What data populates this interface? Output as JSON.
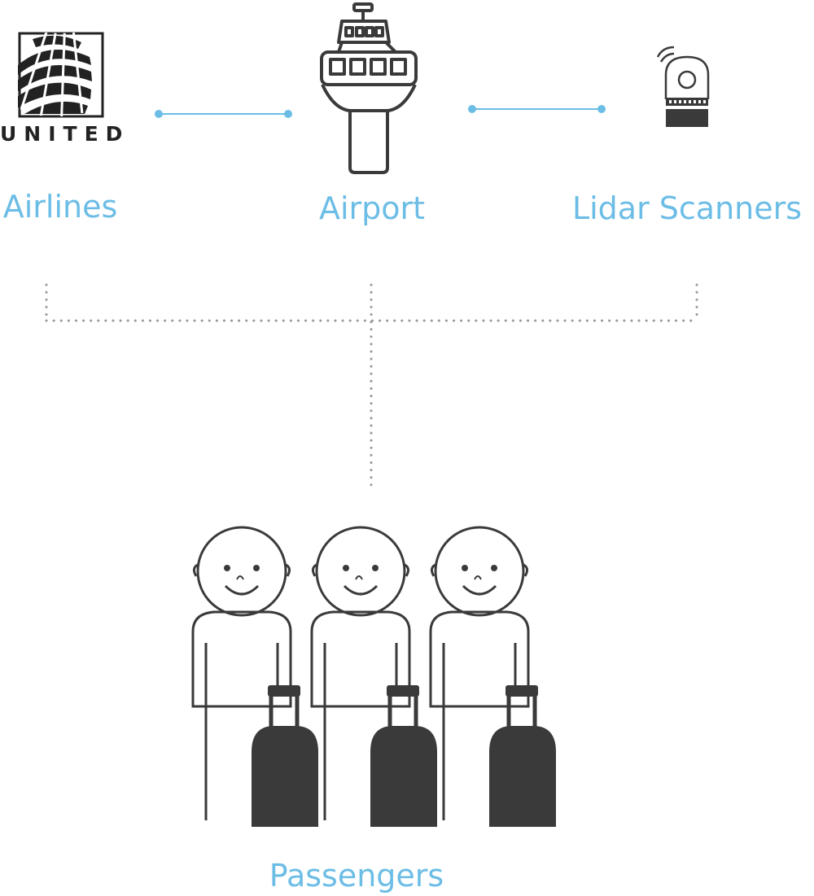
{
  "nodes": {
    "airlines": {
      "label": "Airlines",
      "logo_text": "UNITED",
      "icon": "united-globe-logo"
    },
    "airport": {
      "label": "Airport",
      "icon": "control-tower-icon"
    },
    "lidar": {
      "label": "Lidar Scanners",
      "icon": "lidar-scanner-icon"
    },
    "passengers": {
      "label": "Passengers",
      "icon": "passenger-with-luggage-icon",
      "count": 3
    }
  },
  "colors": {
    "accent": "#6cbde6",
    "line_art": "#3a3a3a",
    "dotted": "#999999"
  }
}
